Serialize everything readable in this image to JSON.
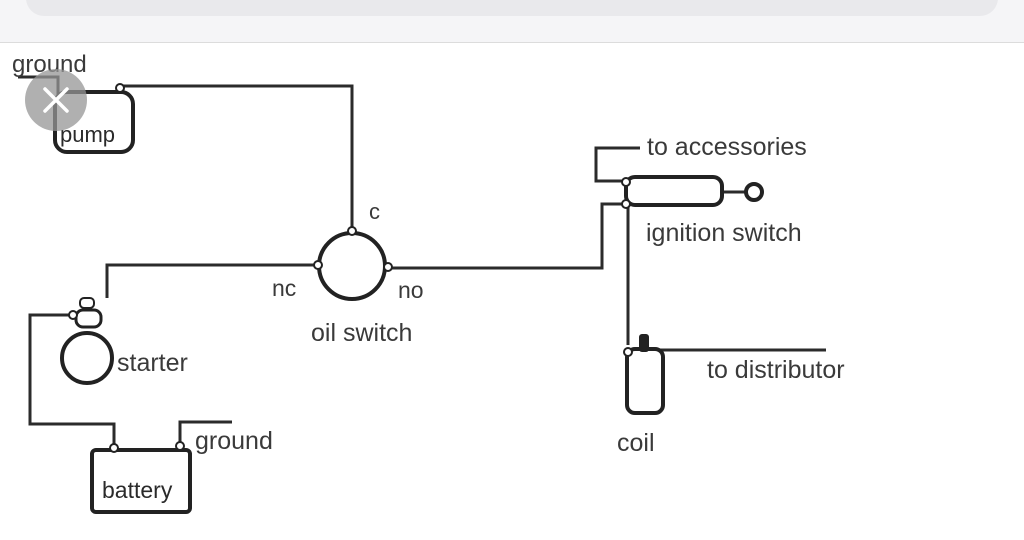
{
  "diagram": {
    "labels": {
      "ground_top": "ground",
      "pump": "pump",
      "c": "c",
      "nc": "nc",
      "no": "no",
      "oil_switch": "oil switch",
      "starter": "starter",
      "ground_battery": "ground",
      "battery": "battery",
      "to_accessories": "to accessories",
      "ignition_switch": "ignition switch",
      "to_distributor": "to distributor",
      "coil": "coil"
    }
  },
  "icons": {
    "close": "close-icon"
  },
  "colors": {
    "wire": "#2b2b2b",
    "overlay": "#969696"
  }
}
